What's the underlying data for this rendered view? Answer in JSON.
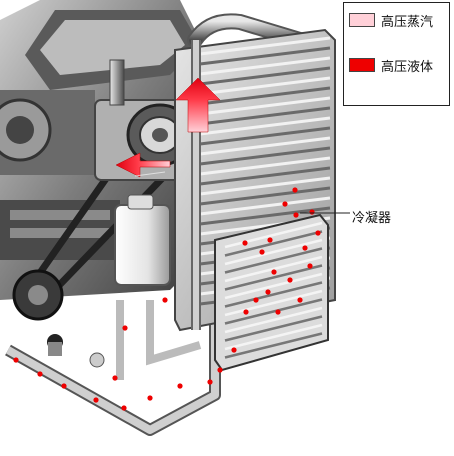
{
  "legend": {
    "items": [
      {
        "label": "高压蒸汽",
        "color": "#ffd0d8"
      },
      {
        "label": "高压液体",
        "color": "#ee0000"
      }
    ]
  },
  "callouts": {
    "condenser": "冷凝器"
  },
  "colors": {
    "vapor_arrow": "#ff4a55",
    "liquid_dot": "#ee0000",
    "metal_dark": "#3a3a3a",
    "metal_mid": "#8a8a8a",
    "metal_light": "#d6d6d6"
  }
}
